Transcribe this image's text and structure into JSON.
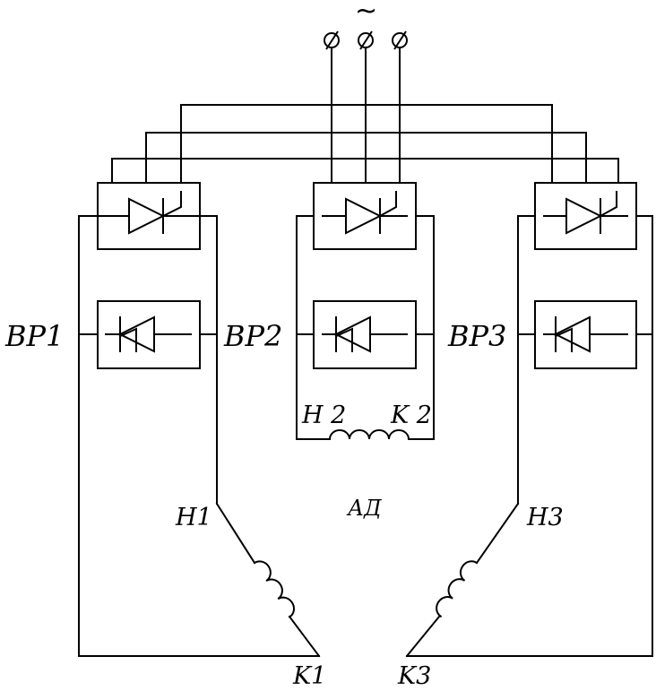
{
  "supply": {
    "ac_symbol": "~"
  },
  "rectifiers": {
    "br1": {
      "label": "BP1"
    },
    "br2": {
      "label": "BP2"
    },
    "br3": {
      "label": "BP3"
    }
  },
  "motor": {
    "label": "АД",
    "winding1": {
      "start": "H1",
      "end": "K1"
    },
    "winding2": {
      "start": "H 2",
      "end": "K 2"
    },
    "winding3": {
      "start": "H3",
      "end": "K3"
    }
  }
}
